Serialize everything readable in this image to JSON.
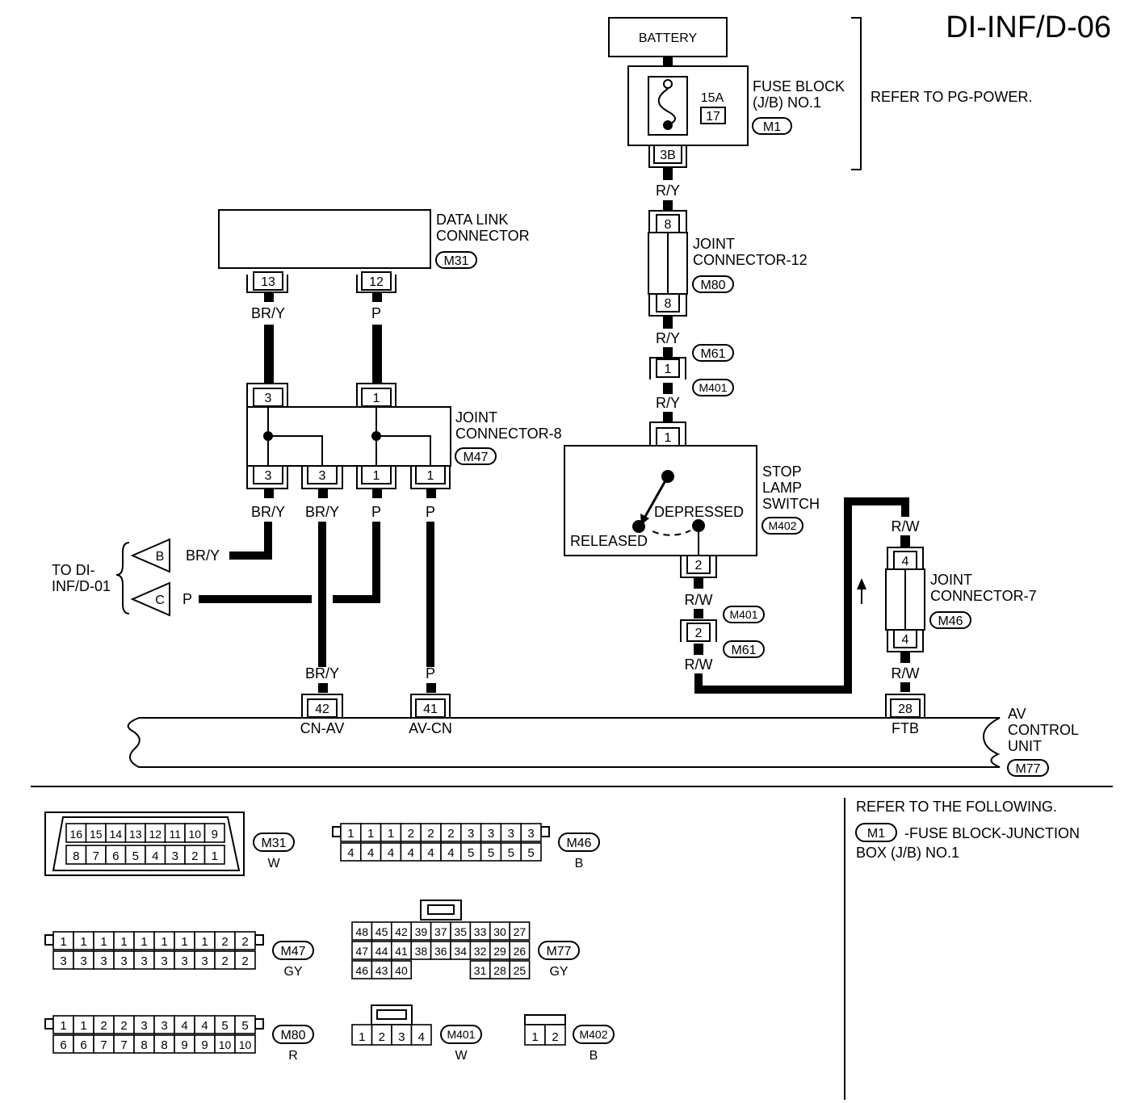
{
  "title": "DI-INF/D-06",
  "battery": {
    "label": "BATTERY"
  },
  "fuse_block": {
    "line1": "FUSE BLOCK",
    "line2": "(J/B) NO.1",
    "code": "M1",
    "rating": "15A",
    "fuse_no": "17",
    "terminal": "3B",
    "note": "REFER TO PG-POWER."
  },
  "data_link_connector": {
    "line1": "DATA LINK",
    "line2": "CONNECTOR",
    "code": "M31",
    "pins": [
      "13",
      "12"
    ]
  },
  "joint_connector_8": {
    "line1": "JOINT",
    "line2": "CONNECTOR-8",
    "code": "M47",
    "top_pins": [
      "3",
      "1"
    ],
    "bottom_pins": [
      "3",
      "3",
      "1",
      "1"
    ]
  },
  "joint_connector_12": {
    "line1": "JOINT",
    "line2": "CONNECTOR-12",
    "code": "M80",
    "pin_top": "8",
    "pin_bottom": "8"
  },
  "inline_connector_1": {
    "pin": "1",
    "code_top": "M61",
    "code_bottom": "M401"
  },
  "inline_connector_2": {
    "pin": "2",
    "code_top": "M401",
    "code_bottom": "M61"
  },
  "stop_lamp_switch": {
    "line1": "STOP",
    "line2": "LAMP",
    "line3": "SWITCH",
    "code": "M402",
    "pin_in": "1",
    "pin_out": "2",
    "state_depressed": "DEPRESSED",
    "state_released": "RELEASED"
  },
  "joint_connector_7": {
    "line1": "JOINT",
    "line2": "CONNECTOR-7",
    "code": "M46",
    "pin_top": "4",
    "pin_bottom": "4"
  },
  "av_control_unit": {
    "line1": "AV",
    "line2": "CONTROL",
    "line3": "UNIT",
    "code": "M77",
    "terminals": [
      {
        "pin": "42",
        "name": "CN-AV"
      },
      {
        "pin": "41",
        "name": "AV-CN"
      },
      {
        "pin": "28",
        "name": "FTB"
      }
    ]
  },
  "wire_colors": {
    "ry": "R/Y",
    "bry": "BR/Y",
    "p": "P",
    "rw": "R/W"
  },
  "to_reference": {
    "line1": "TO DI-",
    "line2": "INF/D-01",
    "flag_b": "B",
    "flag_c": "C"
  },
  "refer": {
    "heading": "REFER TO THE FOLLOWING.",
    "code": "M1",
    "line1": "-FUSE BLOCK-JUNCTION",
    "line2": "BOX (J/B) NO.1"
  },
  "connector_views": {
    "m31": {
      "code": "M31",
      "color": "W",
      "row1": [
        "16",
        "15",
        "14",
        "13",
        "12",
        "11",
        "10",
        "9"
      ],
      "row2": [
        "8",
        "7",
        "6",
        "5",
        "4",
        "3",
        "2",
        "1"
      ]
    },
    "m46": {
      "code": "M46",
      "color": "B",
      "row1": [
        "1",
        "1",
        "1",
        "2",
        "2",
        "2",
        "3",
        "3",
        "3",
        "3"
      ],
      "row2": [
        "4",
        "4",
        "4",
        "4",
        "4",
        "4",
        "5",
        "5",
        "5",
        "5"
      ]
    },
    "m47": {
      "code": "M47",
      "color": "GY",
      "row1": [
        "1",
        "1",
        "1",
        "1",
        "1",
        "1",
        "1",
        "1",
        "2",
        "2"
      ],
      "row2": [
        "3",
        "3",
        "3",
        "3",
        "3",
        "3",
        "3",
        "3",
        "2",
        "2"
      ]
    },
    "m77": {
      "code": "M77",
      "color": "GY",
      "row1": [
        "48",
        "45",
        "42",
        "39",
        "37",
        "35",
        "33",
        "30",
        "27"
      ],
      "row2": [
        "47",
        "44",
        "41",
        "38",
        "36",
        "34",
        "32",
        "29",
        "26"
      ],
      "row3": [
        "46",
        "43",
        "40",
        "31",
        "28",
        "25"
      ]
    },
    "m80": {
      "code": "M80",
      "color": "R",
      "row1": [
        "1",
        "1",
        "2",
        "2",
        "3",
        "3",
        "4",
        "4",
        "5",
        "5"
      ],
      "row2": [
        "6",
        "6",
        "7",
        "7",
        "8",
        "8",
        "9",
        "9",
        "10",
        "10"
      ]
    },
    "m401": {
      "code": "M401",
      "color": "W",
      "row1": [
        "1",
        "2",
        "3",
        "4"
      ]
    },
    "m402": {
      "code": "M402",
      "color": "B",
      "row1": [
        "1",
        "2"
      ]
    }
  },
  "colors": {
    "ink": "#000000",
    "paper": "#ffffff"
  }
}
